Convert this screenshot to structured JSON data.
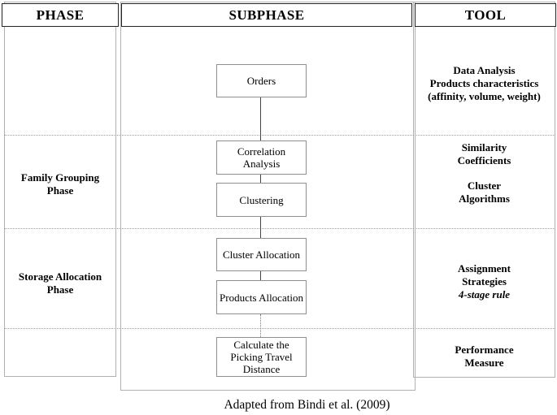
{
  "header": {
    "phase": "PHASE",
    "subphase": "SUBPHASE",
    "tool": "TOOL"
  },
  "phase_labels": {
    "family_grouping": {
      "line1": "Family Grouping",
      "line2": "Phase"
    },
    "storage_allocation": {
      "line1": "Storage Allocation",
      "line2": "Phase"
    }
  },
  "flow": {
    "orders": {
      "line1": "Orders"
    },
    "correlation_analysis": {
      "line1": "Correlation",
      "line2": "Analysis"
    },
    "clustering": {
      "line1": "Clustering"
    },
    "cluster_allocation": {
      "line1": "Cluster Allocation"
    },
    "products_allocation": {
      "line1": "Products Allocation"
    },
    "picking_travel_distance": {
      "line1": "Calculate the",
      "line2": "Picking Travel",
      "line3": "Distance"
    }
  },
  "tools": {
    "data_analysis": {
      "line1": "Data Analysis",
      "line2": "Products characteristics",
      "line3": "(affinity, volume, weight)"
    },
    "similarity": {
      "line1": "Similarity",
      "line2": "Coefficients"
    },
    "cluster_algorithms": {
      "line1": "Cluster",
      "line2": "Algorithms"
    },
    "assignment": {
      "line1": "Assignment",
      "line2": "Strategies",
      "line3": "4-stage rule"
    },
    "performance": {
      "line1": "Performance",
      "line2": "Measure"
    }
  },
  "caption": "Adapted from Bindi et al. (2009)",
  "colors": {
    "column_border": "#b0b0b0",
    "header_border": "#222222",
    "box_border": "#8f8f8f",
    "connector": "#444444",
    "dotted_line": "#9a9a9a",
    "text": "#000000",
    "background": "#ffffff"
  }
}
